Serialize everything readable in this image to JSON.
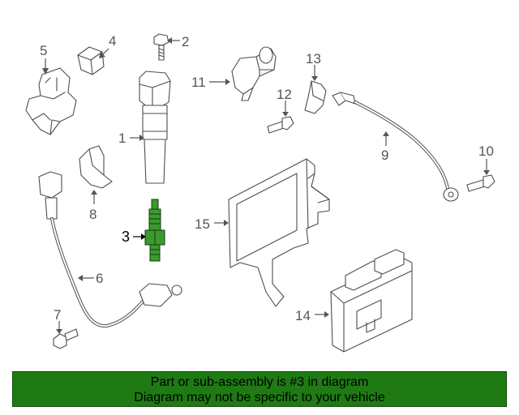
{
  "diagram": {
    "callouts": [
      "1",
      "2",
      "3",
      "4",
      "5",
      "6",
      "7",
      "8",
      "9",
      "10",
      "11",
      "12",
      "13",
      "14",
      "15"
    ],
    "highlighted_callout": "3"
  },
  "banner": {
    "line1": "Part or sub-assembly is #3 in diagram",
    "line2": "Diagram may not be specific to your vehicle",
    "background": "#1f7a13"
  },
  "colors": {
    "highlight": "#3a9a2e",
    "line_art": "#4d4d4d"
  }
}
